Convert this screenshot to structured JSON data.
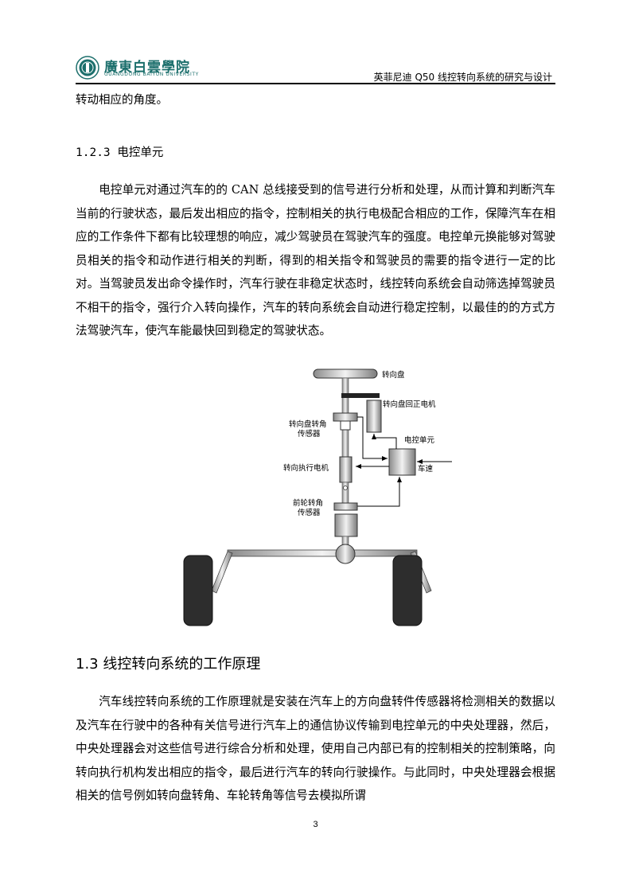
{
  "header": {
    "logo_cn": "廣東白雲學院",
    "logo_en": "GUANGDONG BAIYUN UNIVERSITY",
    "title": "英菲尼迪 Q50 线控转向系统的研究与设计"
  },
  "top_line": "转动相应的角度。",
  "section_123": {
    "heading": "1.2.3 电控单元",
    "paragraph": "电控单元对通过汽车的的 CAN 总线接受到的信号进行分析和处理，从而计算和判断汽车当前的行驶状态，最后发出相应的指令，控制相关的执行电极配合相应的工作，保障汽车在相应的工作条件下都有比较理想的响应，减少驾驶员在驾驶汽车的强度。电控单元换能够对驾驶员相关的指令和动作进行相关的判断，得到的相关指令和驾驶员的需要的指令进行一定的比对。当驾驶员发出命令操作时，汽车行驶在非稳定状态时，线控转向系统会自动筛选掉驾驶员不相干的指令，强行介入转向操作，汽车的转向系统会自动进行稳定控制，以最佳的的方式方法驾驶汽车，使汽车能最快回到稳定的驾驶状态。"
  },
  "figure": {
    "labels": {
      "steering_wheel": "转向盘",
      "return_motor": "转向盘回正电机",
      "angle_sensor_1": "转向盘转角",
      "angle_sensor_2": "传感器",
      "ecu": "电控单元",
      "actuator_motor": "转向执行电机",
      "speed": "车速",
      "front_sensor_1": "前轮转角",
      "front_sensor_2": "传感器"
    }
  },
  "section_13": {
    "heading": "1.3 线控转向系统的工作原理",
    "paragraph": "汽车线控转向系统的工作原理就是安装在汽车上的方向盘转件传感器将检测相关的数据以及汽车在行驶中的各种有关信号进行汽车上的通信协议传输到电控单元的中央处理器，然后，中央处理器会对这些信号进行综合分析和处理，使用自己内部已有的控制相关的控制策略，向转向执行机构发出相应的指令，最后进行汽车的转向行驶操作。与此同时，中央处理器会根据相关的信号例如转向盘转角、车轮转角等信号去模拟所谓"
  },
  "page_number": "3"
}
